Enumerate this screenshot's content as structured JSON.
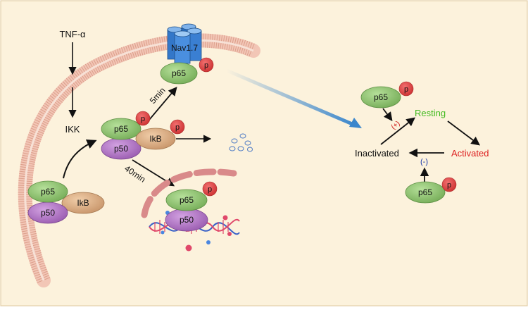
{
  "labels": {
    "tnf": "TNF-α",
    "ikk": "IKK",
    "nav": "Nav1.7",
    "t5min": "5min",
    "t40min": "40min",
    "p65": "p65",
    "p50": "p50",
    "ikb": "IkB",
    "phos": "p",
    "resting": "Resting",
    "activated": "Activated",
    "inactivated": "Inactivated",
    "plus": "(+)",
    "minus": "(-)"
  },
  "colors": {
    "background": "#fcf2dc",
    "membrane": "#f2c4b4",
    "p65": "#8cc26e",
    "p50": "#b478c8",
    "ikb": "#deb088",
    "phos": "#e04848",
    "channel": "#3f86d6",
    "resting": "#44bb22",
    "activated": "#dd2222",
    "plus": "#cc1111",
    "minus": "#1133aa",
    "arrow_blue": "#3a86cc"
  }
}
